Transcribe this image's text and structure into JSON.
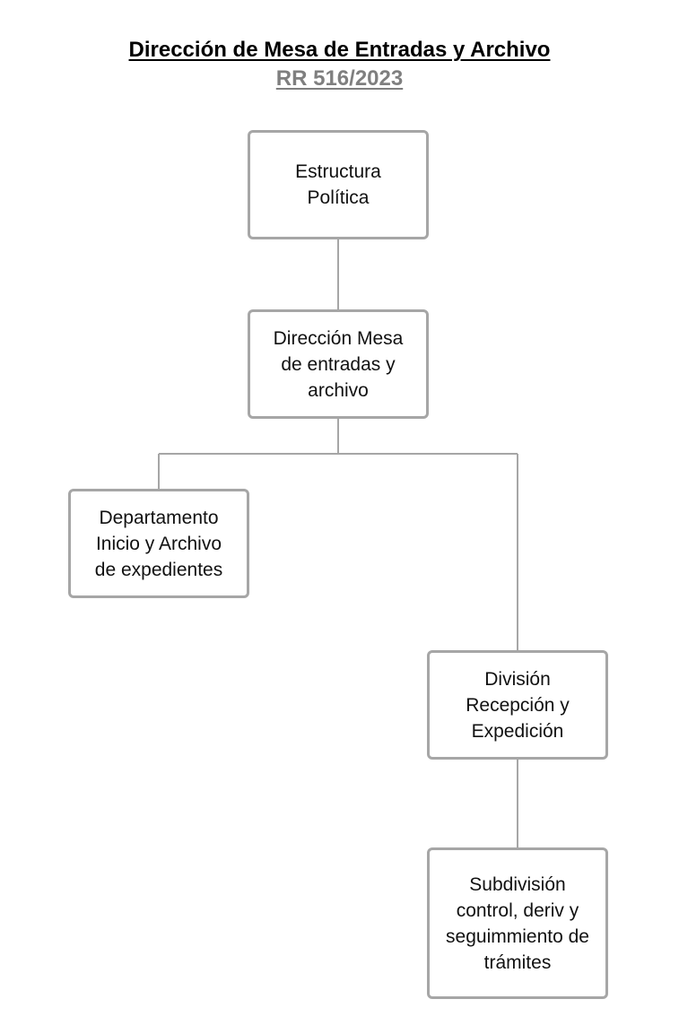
{
  "header": {
    "title": "Dirección de Mesa de Entradas y Archivo",
    "subtitle": "RR 516/2023"
  },
  "nodes": {
    "estructura": "Estructura\nPolítica",
    "direccion": "Dirección Mesa\nde entradas y\narchivo",
    "departamento": "Departamento\nInicio y Archivo\nde expedientes",
    "division": "División\nRecepción y\nExpedición",
    "subdivision": "Subdivisión\ncontrol, deriv y\nseguimmiento de\ntrámites"
  },
  "colors": {
    "border": "#a6a6a6",
    "connector": "#a6a6a6",
    "subtitle": "#7f7f7f"
  }
}
